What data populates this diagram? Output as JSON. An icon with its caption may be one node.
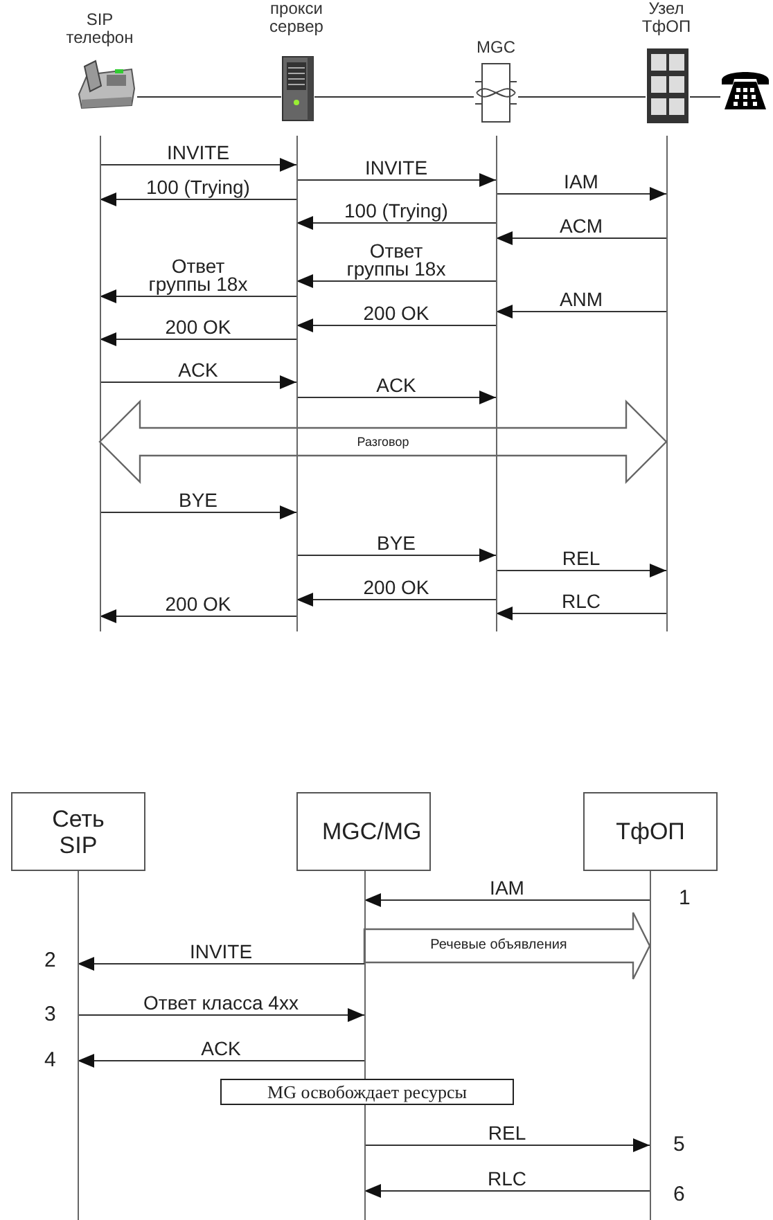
{
  "diagram": {
    "nodes": [
      {
        "text": [
          "SIP телефон"
        ]
      },
      {
        "text": [
          "прокси сервер"
        ]
      },
      {
        "text": [
          "MGC"
        ]
      },
      {
        "text": [
          "Узел ТфОП"
        ]
      },
      {
        "text": [],
        "shape": "picture"
      },
      {
        "text": [
          "Сеть SIP"
        ]
      },
      {
        "text": [
          "MGC/MG"
        ]
      },
      {
        "text": [
          "ТфОП"
        ]
      },
      {
        "text": [
          "MG освобождает ресурсы"
        ]
      }
    ],
    "edges": [
      {
        "from": 0,
        "to": 1,
        "arrow": "none"
      },
      {
        "from": 1,
        "to": 2,
        "arrow": "none"
      },
      {
        "from": 2,
        "to": 3,
        "arrow": "none"
      },
      {
        "from": 3,
        "to": 4,
        "arrow": "none"
      },
      {
        "from": 0,
        "to": 1,
        "arrow": "to",
        "label": "INVITE"
      },
      {
        "from": 1,
        "to": 2,
        "arrow": "to",
        "label": "INVITE"
      },
      {
        "from": 2,
        "to": 3,
        "arrow": "to",
        "label": "IAM"
      },
      {
        "from": 1,
        "to": 0,
        "arrow": "to",
        "label": "100 (Trying)"
      },
      {
        "from": 2,
        "to": 1,
        "arrow": "to",
        "label": "100 (Trying)"
      },
      {
        "from": 3,
        "to": 2,
        "arrow": "to",
        "label": "ACM"
      },
      {
        "from": 2,
        "to": 1,
        "arrow": "to",
        "label": "Ответ группы 18x"
      },
      {
        "from": 1,
        "to": 0,
        "arrow": "to",
        "label": "Ответ группы 18x"
      },
      {
        "from": 3,
        "to": 2,
        "arrow": "to",
        "label": "ANM"
      },
      {
        "from": 2,
        "to": 1,
        "arrow": "to",
        "label": "200 OK"
      },
      {
        "from": 1,
        "to": 0,
        "arrow": "to",
        "label": "200 OK"
      },
      {
        "from": 0,
        "to": 1,
        "arrow": "to",
        "label": "ACK"
      },
      {
        "from": 1,
        "to": 2,
        "arrow": "to",
        "label": "ACK"
      },
      {
        "from": 0,
        "to": 3,
        "arrow": "both",
        "label": "Разговор",
        "style": "thick"
      },
      {
        "from": 0,
        "to": 1,
        "arrow": "to",
        "label": "BYE"
      },
      {
        "from": 1,
        "to": 2,
        "arrow": "to",
        "label": "BYE"
      },
      {
        "from": 2,
        "to": 3,
        "arrow": "to",
        "label": "REL"
      },
      {
        "from": 2,
        "to": 1,
        "arrow": "to",
        "label": "200 OK"
      },
      {
        "from": 3,
        "to": 2,
        "arrow": "to",
        "label": "RLC"
      },
      {
        "from": 1,
        "to": 0,
        "arrow": "to",
        "label": "200 OK"
      },
      {
        "from": 7,
        "to": 6,
        "arrow": "to",
        "label": "IAM"
      },
      {
        "from": 6,
        "to": 7,
        "arrow": "to",
        "label": "Речевые объявления",
        "style": "thick"
      },
      {
        "from": 6,
        "to": 5,
        "arrow": "to",
        "label": "INVITE"
      },
      {
        "from": 5,
        "to": 6,
        "arrow": "to",
        "label": "Ответ класса 4xx"
      },
      {
        "from": 6,
        "to": 5,
        "arrow": "to",
        "label": "ACK"
      },
      {
        "from": 6,
        "to": 7,
        "arrow": "to",
        "label": "REL"
      },
      {
        "from": 7,
        "to": 6,
        "arrow": "to",
        "label": "RLC"
      }
    ],
    "labels": [
      "1",
      "2",
      "3",
      "4",
      "5",
      "6"
    ]
  }
}
